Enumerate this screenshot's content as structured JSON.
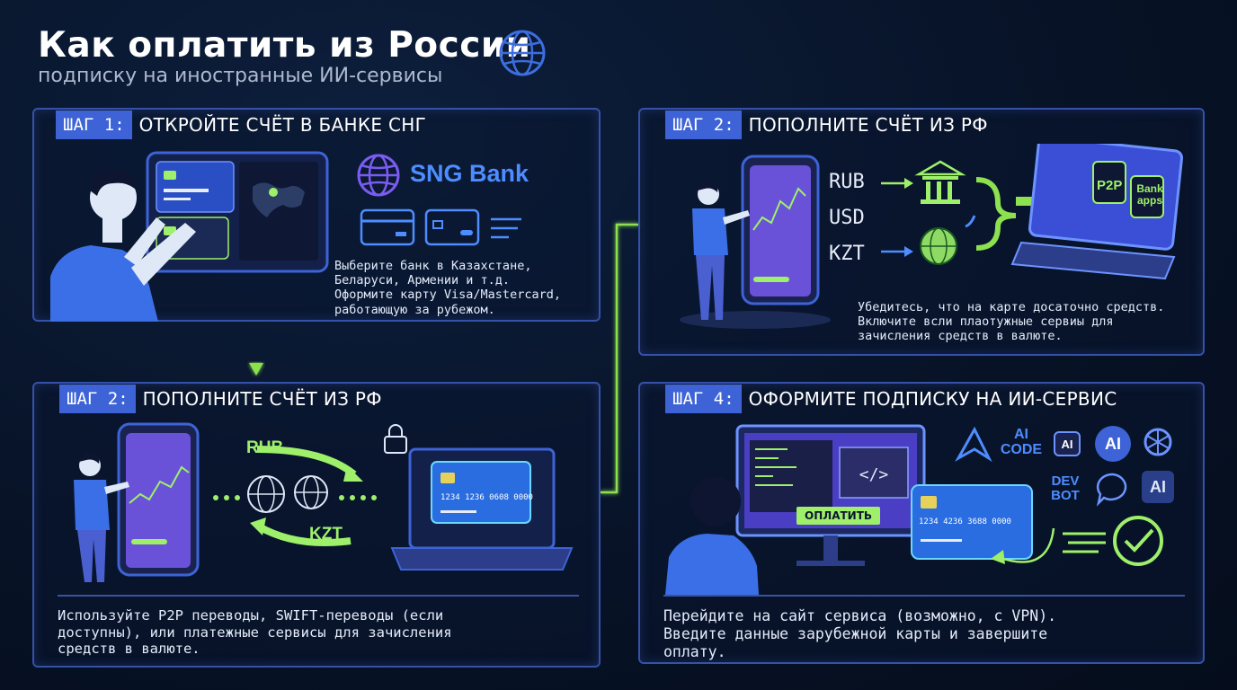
{
  "header": {
    "title": "Как оплатить из России",
    "subtitle": "подписку на иностранные ИИ-сервисы"
  },
  "panels": {
    "step1": {
      "badge": "ШАГ 1:",
      "title": "ОТКРОЙТЕ СЧЁТ В БАНКЕ СНГ",
      "bank_name": "SNG Bank",
      "desc": [
        "Выберите банк в Казахстане,",
        "Беларуси, Армении и т.д.",
        "Оформите карту Visa/Mastercard,",
        "работающую за рубежом."
      ]
    },
    "step2_left": {
      "badge": "ШАГ 2:",
      "title": "ПОПОЛНИТЕ СЧЁТ ИЗ РФ",
      "label_rub": "RUB",
      "label_kzt": "KZT",
      "card_number": "1234 1236 0608 0000",
      "desc": [
        "Используйте P2P переводы, SWIFT-переводы (если",
        "доступны), или платежные сервисы для зачисления",
        "средств в валюте."
      ]
    },
    "step2_right": {
      "badge": "ШАГ 2:",
      "title": "ПОПОЛНИТЕ СЧЁТ ИЗ РФ",
      "currencies": [
        "RUB",
        "USD",
        "KZT"
      ],
      "laptop_buttons": [
        "P2P",
        "Bank apps"
      ],
      "desc": [
        "Убедитесь, что на карте досаточно средств.",
        "Включите всли плаотужные сервиы для",
        "зачисления средств в валюте."
      ]
    },
    "step4": {
      "badge": "ШАГ 4:",
      "title": "ОФОРМИТЕ ПОДПИСКУ НА ИИ-СЕРВИС",
      "pay_button": "ОПЛАТИТЬ",
      "card_number": "1234 4236 3688 0000",
      "ai_labels": [
        "AI CODE",
        "DEV BOT",
        "AI",
        "AI",
        "AI"
      ],
      "desc": [
        "Перейдите на сайт сервиса (возможно, с VPN).",
        "Введите данные зарубежной карты и завершите",
        "оплату."
      ]
    }
  },
  "colors": {
    "background": "#071226",
    "panel_border": "#3651a8",
    "badge": "#3d63d6",
    "accent_green": "#9ef06a",
    "accent_blue": "#4d8dff",
    "purple": "#7b5cf0"
  }
}
